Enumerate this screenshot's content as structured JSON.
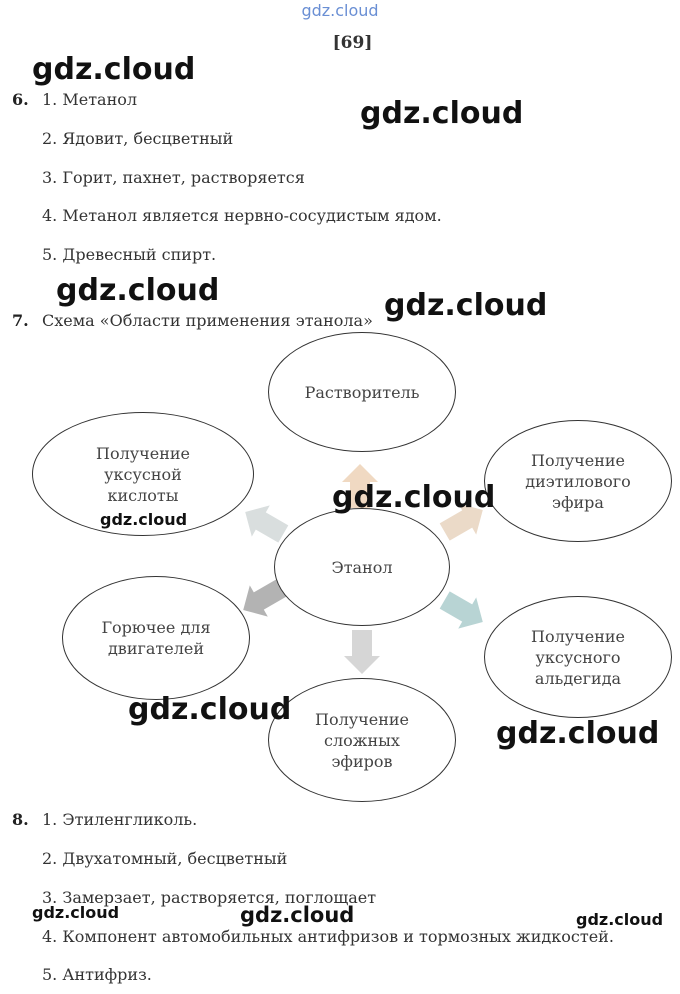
{
  "header": {
    "watermark_top": "gdz.cloud",
    "page_number": "[69]"
  },
  "q6": {
    "number": "6.",
    "items": [
      "1. Метанол",
      "2. Ядовит, бесцветный",
      "3. Горит, пахнет, растворяется",
      "4. Метанол является нервно-сосудистым ядом.",
      "5. Древесный спирт."
    ]
  },
  "q7": {
    "number": "7.",
    "title": "Схема «Области применения этанола»",
    "center": "Этанол",
    "nodes": {
      "solvent": "Растворитель",
      "diethyl_ether": "Получение\nдиэтилового\nэфира",
      "acetaldehyde": "Получение\nуксусного\nальдегида",
      "esters": "Получение\nсложных\nэфиров",
      "fuel": "Горючее для\nдвигателей",
      "acetic_acid": "Получение\nуксусной\nкислоты"
    }
  },
  "q8": {
    "number": "8.",
    "items": [
      "1. Этиленгликоль.",
      "2. Двухатомный, бесцветный",
      "3. Замерзает, растворяется, поглощает",
      "4. Компонент автомобильных антифризов и тормозных жидкостей.",
      "5. Антифриз."
    ]
  },
  "watermarks": {
    "text": "gdz.cloud"
  },
  "colors": {
    "arrow_up": "#f0d9c2",
    "arrow_upright": "#ebdac8",
    "arrow_downright": "#b8d4d4",
    "arrow_down": "#d6d6d6",
    "arrow_downleft": "#b3b3b3",
    "arrow_upleft": "#d9dede",
    "watermark_top": "#6a8fd4"
  }
}
